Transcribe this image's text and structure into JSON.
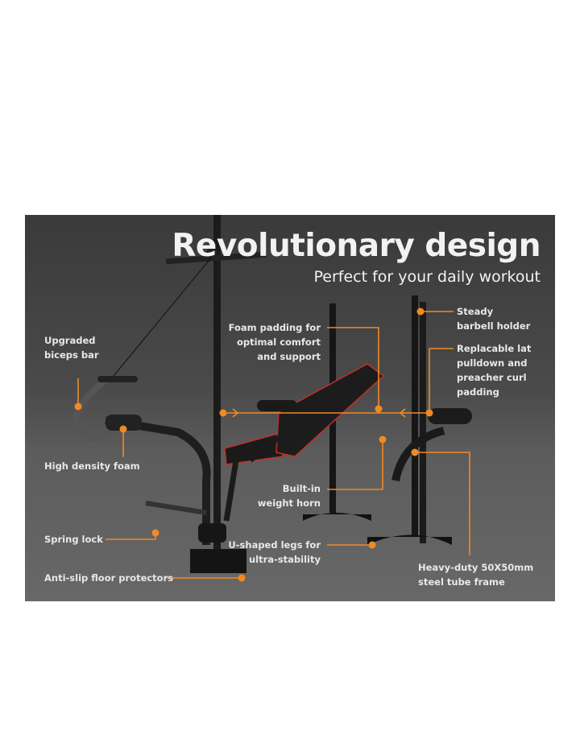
{
  "heading": {
    "title": "Revolutionary design",
    "subtitle": "Perfect for your daily workout"
  },
  "callouts": {
    "biceps": [
      "Upgraded",
      "biceps bar"
    ],
    "foam_high": "High density foam",
    "spring": "Spring lock",
    "antislip": "Anti-slip floor protectors",
    "foam_pad": [
      "Foam padding for",
      "optimal comfort",
      "and support"
    ],
    "horn": [
      "Built-in",
      "weight horn"
    ],
    "ulegs": [
      "U-shaped legs for",
      "ultra-stability"
    ],
    "holder": [
      "Steady",
      "barbell holder"
    ],
    "lat": [
      "Replacable lat",
      "pulldown and",
      "preacher curl",
      "padding"
    ],
    "frame": [
      "Heavy-duty 50X50mm",
      "steel tube frame"
    ]
  },
  "colors": {
    "accent": "#f08a24",
    "bench": "#1a1a1a",
    "stitch": "#c0302a"
  }
}
